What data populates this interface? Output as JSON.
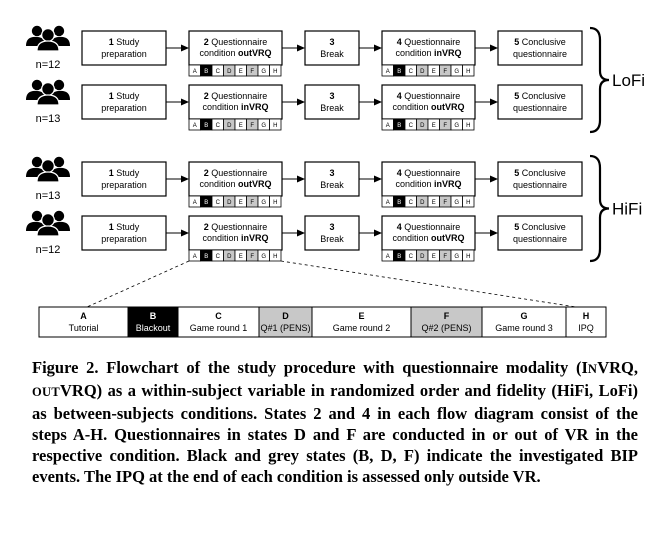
{
  "rows": [
    {
      "n_label": "n=12",
      "box2_line1": "2 Questionnaire",
      "box2_prefix": "condition ",
      "box2_cond": "outVRQ",
      "box4_line1": "4 Questionnaire",
      "box4_prefix": "condition ",
      "box4_cond": "inVRQ"
    },
    {
      "n_label": "n=13",
      "box2_line1": "2 Questionnaire",
      "box2_prefix": "condition ",
      "box2_cond": "inVRQ",
      "box4_line1": "4 Questionnaire",
      "box4_prefix": "condition ",
      "box4_cond": "outVRQ"
    },
    {
      "n_label": "n=13",
      "box2_line1": "2 Questionnaire",
      "box2_prefix": "condition ",
      "box2_cond": "outVRQ",
      "box4_line1": "4 Questionnaire",
      "box4_prefix": "condition ",
      "box4_cond": "inVRQ"
    },
    {
      "n_label": "n=12",
      "box2_line1": "2 Questionnaire",
      "box2_prefix": "condition ",
      "box2_cond": "inVRQ",
      "box4_line1": "4 Questionnaire",
      "box4_prefix": "condition ",
      "box4_cond": "outVRQ"
    }
  ],
  "common_boxes": {
    "box1_num": "1",
    "box1_line1": "Study",
    "box1_line2": "preparation",
    "box3_num": "3",
    "box3_line2": "Break",
    "box5_num": "5",
    "box5_line1": "Conclusive",
    "box5_line2": "questionnaire"
  },
  "groups": [
    "LoFi",
    "HiFi"
  ],
  "step_letters": [
    "A",
    "B",
    "C",
    "D",
    "E",
    "F",
    "G",
    "H"
  ],
  "step_colors": {
    "white": "#ffffff",
    "black": "#000000",
    "grey": "#c8c8c8"
  },
  "step_shading": [
    "white",
    "black",
    "white",
    "grey",
    "white",
    "grey",
    "white",
    "white"
  ],
  "strip_labels": [
    "Tutorial",
    "Blackout",
    "Game round 1",
    "Q#1 (PENS)",
    "Game round 2",
    "Q#2 (PENS)",
    "Game round 3",
    "IPQ"
  ],
  "caption": {
    "l1": "Figure 2. Flowchart of the study procedure with questionnaire modality",
    "l2a": "(I",
    "l2b": "N",
    "l2c": "VRQ, ",
    "l2d": "OUT",
    "l2e": "VRQ) as a within-subject variable in randomized order",
    "l3": "and fidelity (HiFi, LoFi) as between-subjects conditions. States 2 and 4",
    "l4": "in each flow diagram consist of the steps A-H. Questionnaires in states D",
    "l5": "and F are conducted in or out of VR in the respective condition. Black",
    "l6": "and grey states (B, D, F) indicate the investigated BIP events. The IPQ",
    "l7": "at the end of each condition is assessed only outside VR."
  }
}
